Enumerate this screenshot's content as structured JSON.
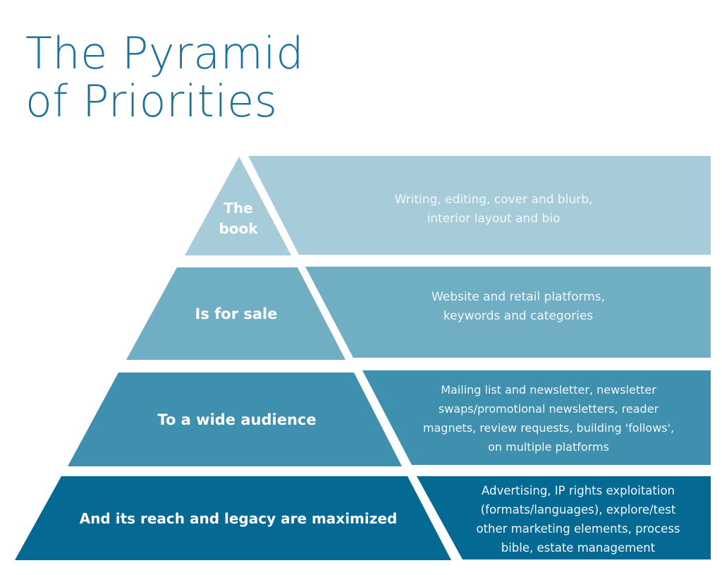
{
  "title": {
    "line1": "The Pyramid",
    "line2": "of Priorities",
    "color": "#1c7399"
  },
  "tiers": [
    {
      "label": "The book",
      "label_lines": [
        "The",
        "book"
      ],
      "description_lines": [
        "Writing, editing, cover and blurb,",
        "interior layout and bio"
      ],
      "color": "#a6ccda"
    },
    {
      "label": "Is for sale",
      "label_lines": [
        "Is for sale"
      ],
      "description_lines": [
        "Website and retail platforms,",
        "keywords and categories"
      ],
      "color": "#70aec3"
    },
    {
      "label": "To a wide audience",
      "label_lines": [
        "To a wide audience"
      ],
      "description_lines": [
        "Mailing list and newsletter, newsletter",
        "swaps/promotional newsletters, reader",
        "magnets, review requests, building 'follows',",
        "on multiple platforms"
      ],
      "color": "#3f8fae"
    },
    {
      "label": "And its reach and legacy are maximized",
      "label_lines": [
        "And its reach and legacy are maximized"
      ],
      "description_lines": [
        "Advertising, IP rights exploitation",
        "(formats/languages), explore/test",
        "other marketing elements, process",
        "bible, estate management"
      ],
      "color": "#056a93"
    }
  ]
}
